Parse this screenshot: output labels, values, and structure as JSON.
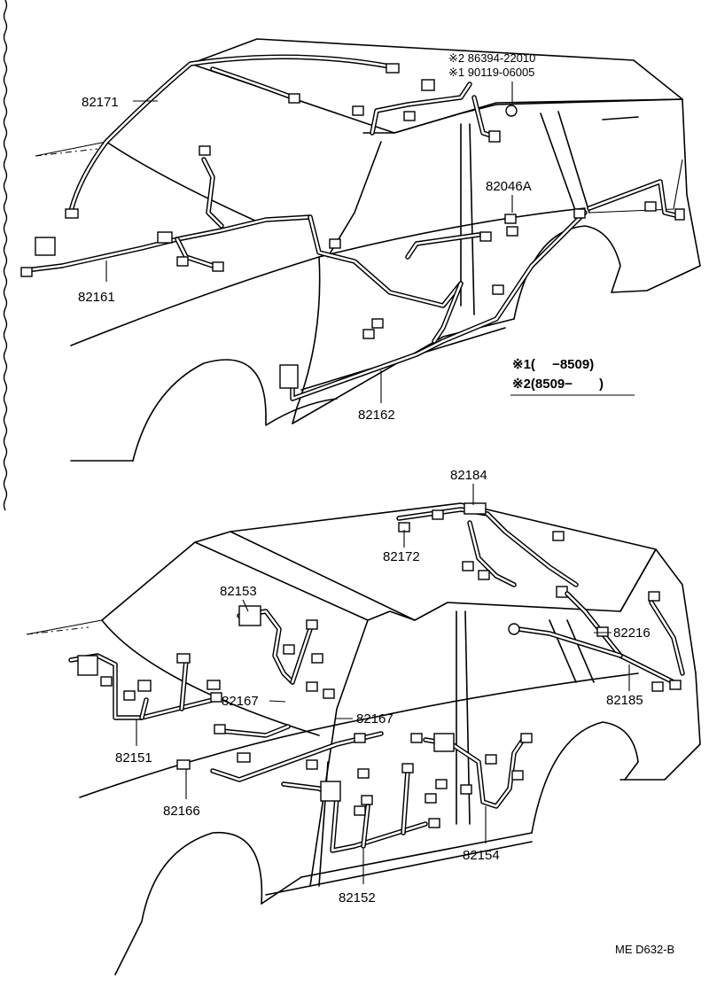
{
  "parts": {
    "p82171": "82171",
    "p82161": "82161",
    "p82162": "82162",
    "p82046A": "82046A",
    "p86394": "※2 86394-22010",
    "p90119": "※1 90119-06005",
    "p82184": "82184",
    "p82172": "82172",
    "p82153": "82153",
    "p82216": "82216",
    "p82167a": "82167",
    "p82167b": "82167",
    "p82185": "82185",
    "p82151": "82151",
    "p82166": "82166",
    "p82154": "82154",
    "p82152": "82152"
  },
  "notes": {
    "note1": "※1(　 −8509)",
    "note2": "※2(8509−　　)"
  },
  "code": "ME  D632-B"
}
